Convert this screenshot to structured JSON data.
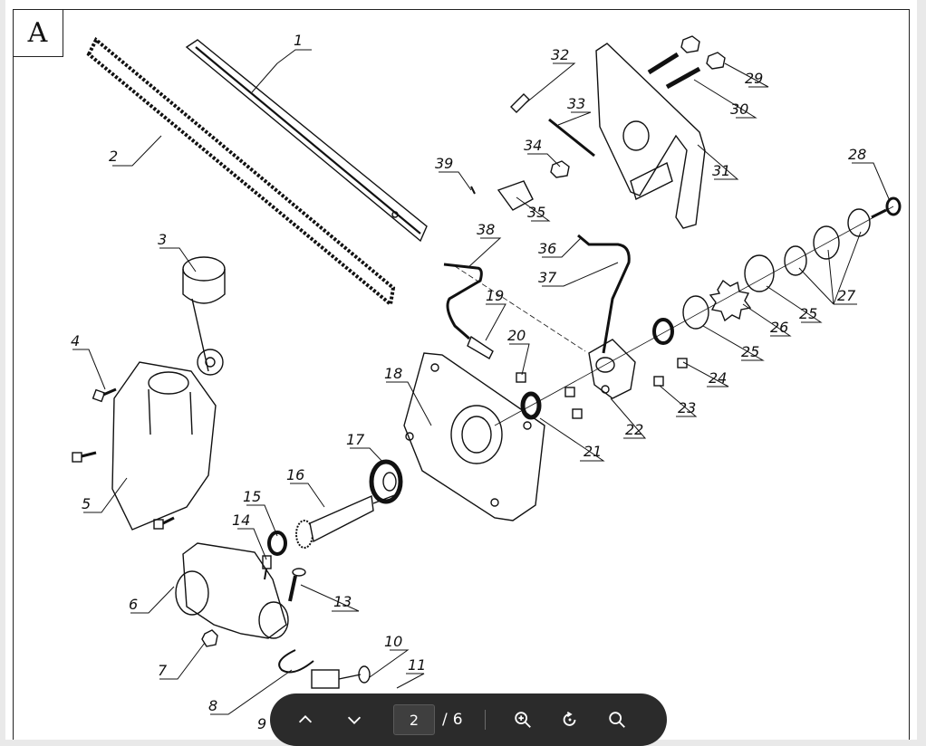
{
  "document": {
    "section_letter": "A",
    "callouts": [
      "1",
      "2",
      "3",
      "4",
      "5",
      "6",
      "7",
      "8",
      "9",
      "10",
      "11",
      "13",
      "14",
      "15",
      "16",
      "17",
      "18",
      "19",
      "20",
      "21",
      "22",
      "23",
      "24",
      "25",
      "25",
      "26",
      "27",
      "28",
      "29",
      "30",
      "31",
      "32",
      "33",
      "34",
      "35",
      "36",
      "37",
      "38",
      "39"
    ]
  },
  "viewer": {
    "current_page": "2",
    "page_separator": "/",
    "total_pages": "6",
    "icons": {
      "prev": "chevron-up-icon",
      "next": "chevron-down-icon",
      "zoom_in": "zoom-in-icon",
      "rotate": "rotate-icon",
      "search": "search-icon"
    }
  }
}
